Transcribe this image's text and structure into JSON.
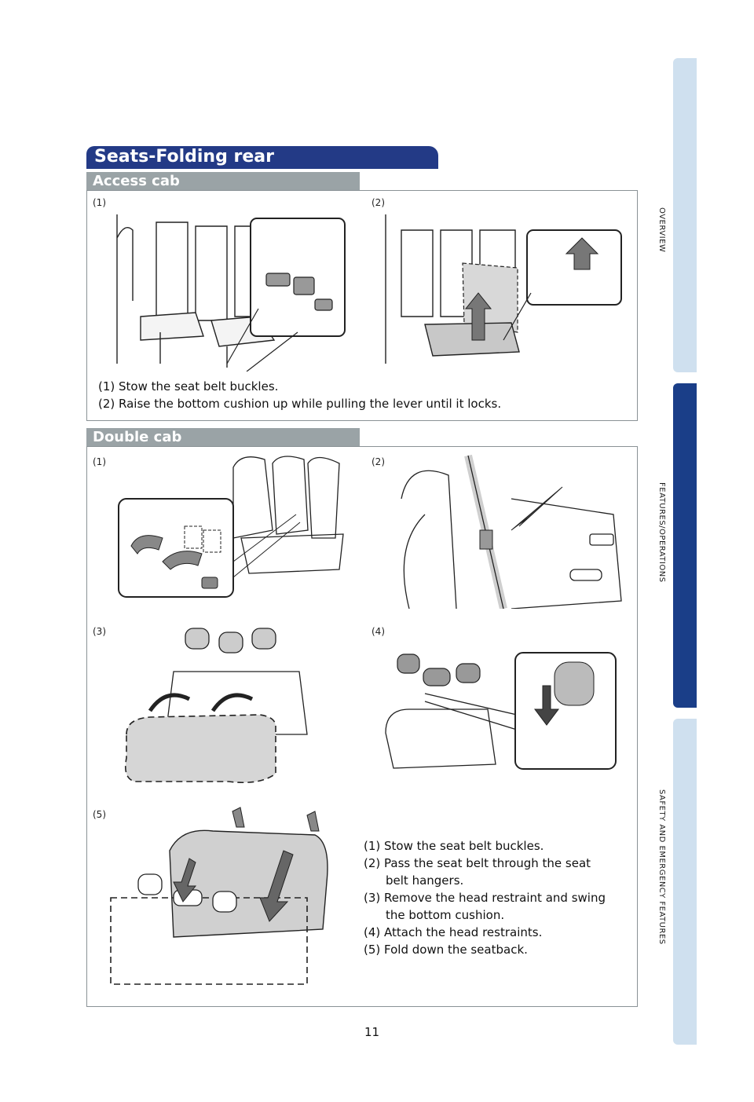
{
  "title": "Seats-Folding rear",
  "side_tabs": [
    "OVERVIEW",
    "FEATURES/OPERATIONS",
    "SAFETY AND EMERGENCY FEATURES"
  ],
  "colors": {
    "title_bar": "#233a86",
    "section_header": "#9aa3a6",
    "active_tab": "#1a3e88",
    "inactive_tab": "#cfe0ef"
  },
  "access_cab": {
    "header": "Access cab",
    "labels": [
      "(1)",
      "(2)"
    ],
    "steps": [
      "(1) Stow the seat belt buckles.",
      "(2) Raise the bottom cushion up while pulling the lever until it locks."
    ]
  },
  "double_cab": {
    "header": "Double cab",
    "labels": [
      "(1)",
      "(2)",
      "(3)",
      "(4)",
      "(5)"
    ],
    "steps": [
      "(1) Stow the seat belt buckles.",
      "(2) Pass the seat belt through the seat",
      "belt hangers.",
      "(3) Remove the head restraint and swing",
      "the bottom cushion.",
      "(4) Attach the head restraints.",
      "(5) Fold down the seatback."
    ]
  },
  "page_number": "11"
}
